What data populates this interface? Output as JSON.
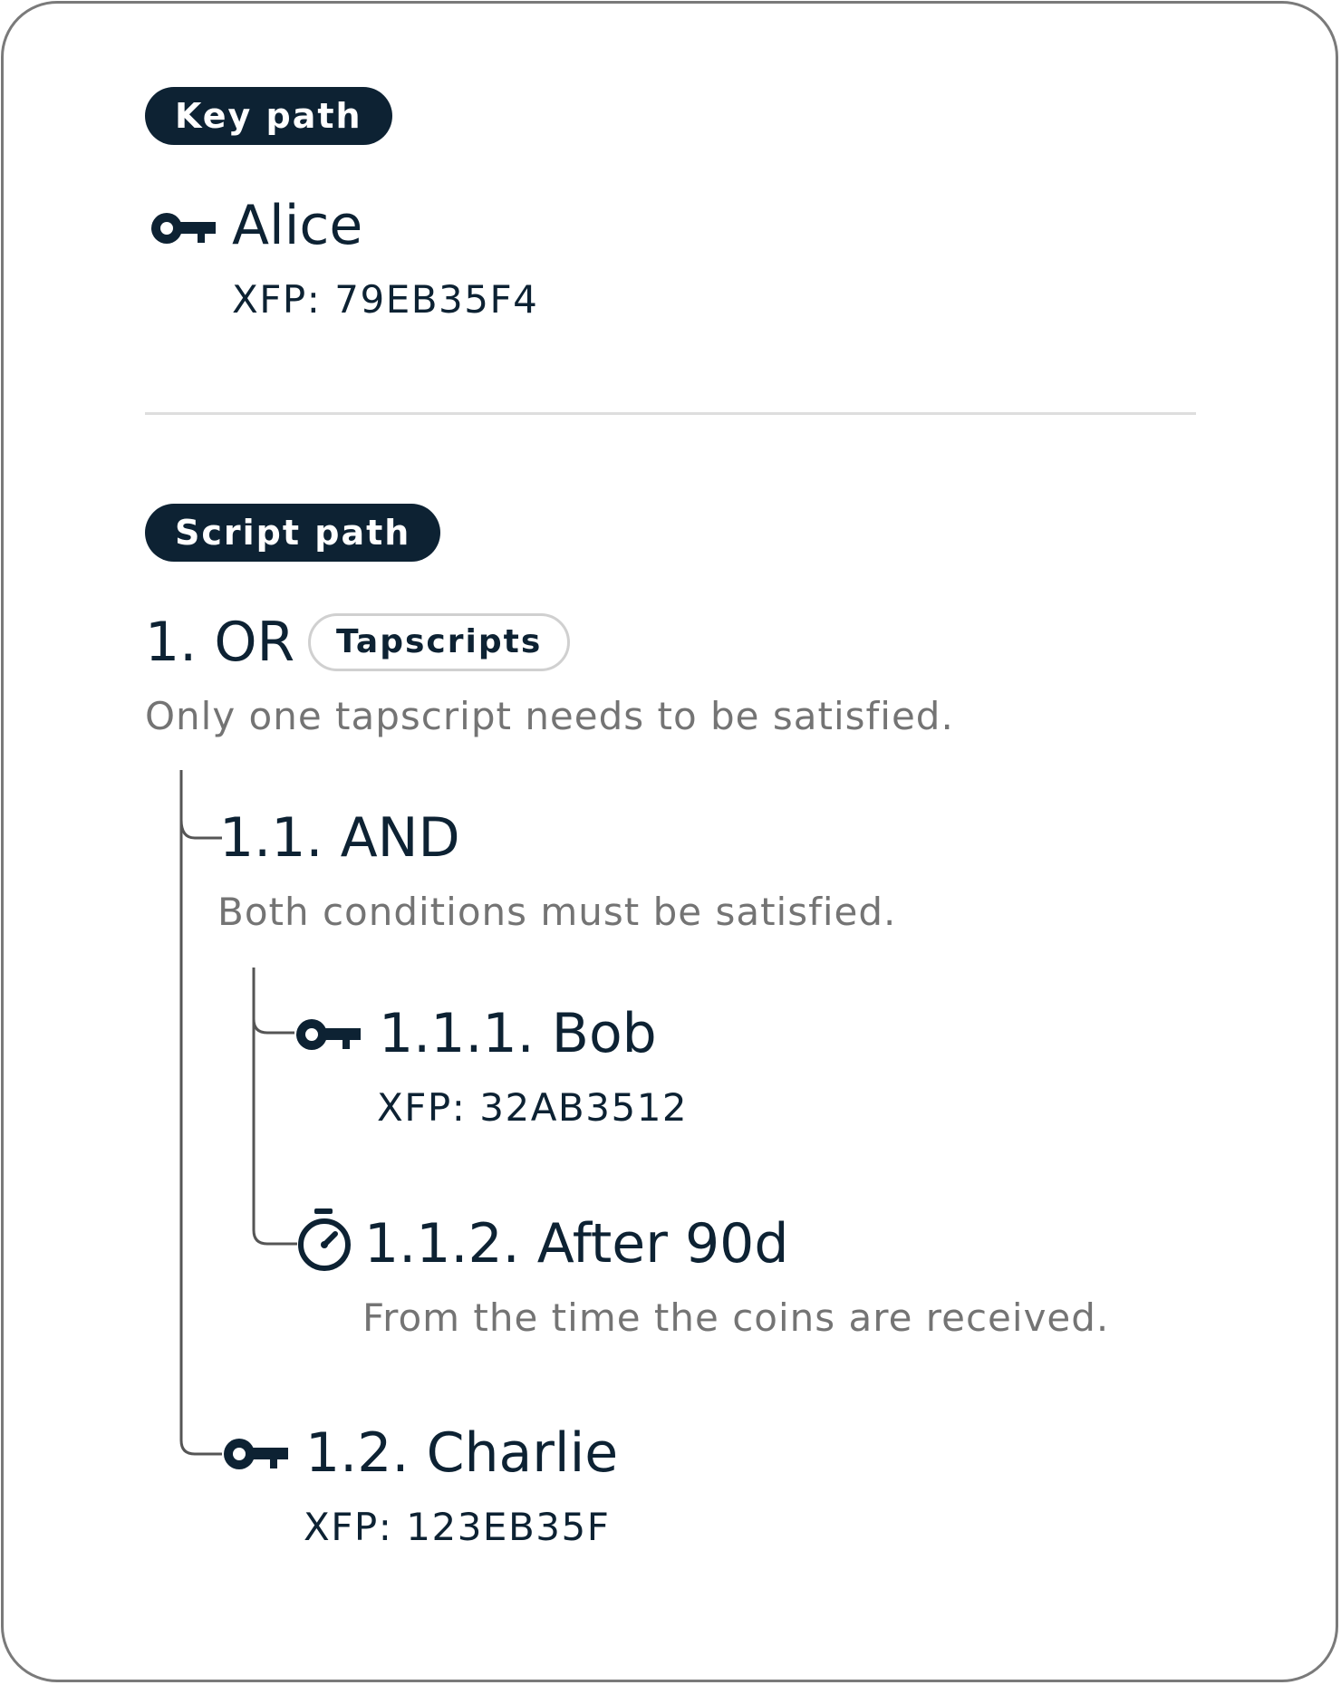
{
  "key_path": {
    "label": "Key path",
    "signer": {
      "name": "Alice",
      "xfp": "XFP: 79EB35F4",
      "icon": "key-icon"
    }
  },
  "script_path": {
    "label": "Script path",
    "root": {
      "title": "1. OR",
      "badge": "Tapscripts",
      "description": "Only one tapscript needs to be satisfied."
    },
    "and_node": {
      "title": "1.1. AND",
      "description": "Both conditions must be satisfied."
    },
    "bob": {
      "title": "1.1.1. Bob",
      "xfp": "XFP: 32AB3512",
      "icon": "key-icon"
    },
    "timelock": {
      "title": "1.1.2. After 90d",
      "description": "From the time the coins are received.",
      "icon": "stopwatch-icon"
    },
    "charlie": {
      "title": "1.2. Charlie",
      "xfp": "XFP: 123EB35F",
      "icon": "key-icon"
    }
  },
  "colors": {
    "primary": "#0d2233",
    "muted_text": "#747474",
    "divider": "#dedede",
    "border": "#7a7a7a"
  }
}
